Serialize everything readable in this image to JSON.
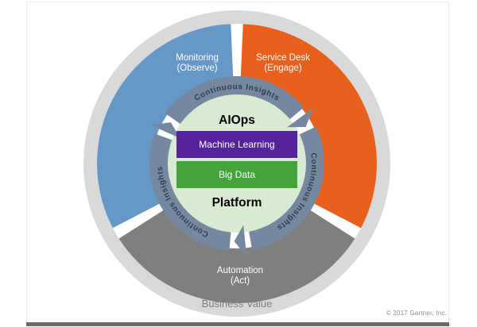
{
  "page": {
    "copyright": "© 2017 Gartner, Inc.",
    "frame_border_color": "#ececec",
    "footer_bar_color": "#6a6a6a"
  },
  "diagram": {
    "outer_circle": {
      "label": "Business Value",
      "color": "#d9d9d9",
      "text_color": "#808080"
    },
    "segments": [
      {
        "line1": "Monitoring",
        "line2": "(Observe)",
        "color": "#6597c7",
        "text_color": "#ffffff"
      },
      {
        "line1": "Service Desk",
        "line2": "(Engage)",
        "color": "#e8611c",
        "text_color": "#ffffff"
      },
      {
        "line1": "Automation",
        "line2": "(Act)",
        "color": "#7f7f7f",
        "text_color": "#ffffff"
      }
    ],
    "insight_ring": {
      "label": "Continuous Insights",
      "color": "#76889f",
      "text_color": "#333e4d"
    },
    "core": {
      "bg_color": "#d9ead3",
      "title_top": "AIOps",
      "title_bottom": "Platform",
      "boxes": [
        {
          "label": "Machine Learning",
          "color": "#55239c",
          "text_color": "#ffffff"
        },
        {
          "label": "Big Data",
          "color": "#44a33a",
          "text_color": "#ffffff"
        }
      ]
    }
  }
}
